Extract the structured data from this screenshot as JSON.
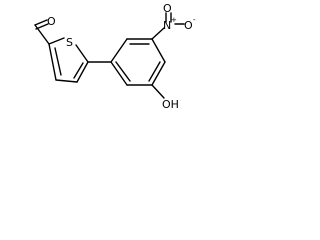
{
  "molecule": {
    "atoms": {
      "sulfur": "S",
      "aldehyde_oxygen": "O",
      "nitro_nitrogen": "N",
      "nitro_nitrogen_charge": "+",
      "nitro_oxygen_top": "O",
      "nitro_oxygen_right": "O",
      "nitro_oxygen_charge": "-",
      "hydroxyl": "OH"
    }
  }
}
